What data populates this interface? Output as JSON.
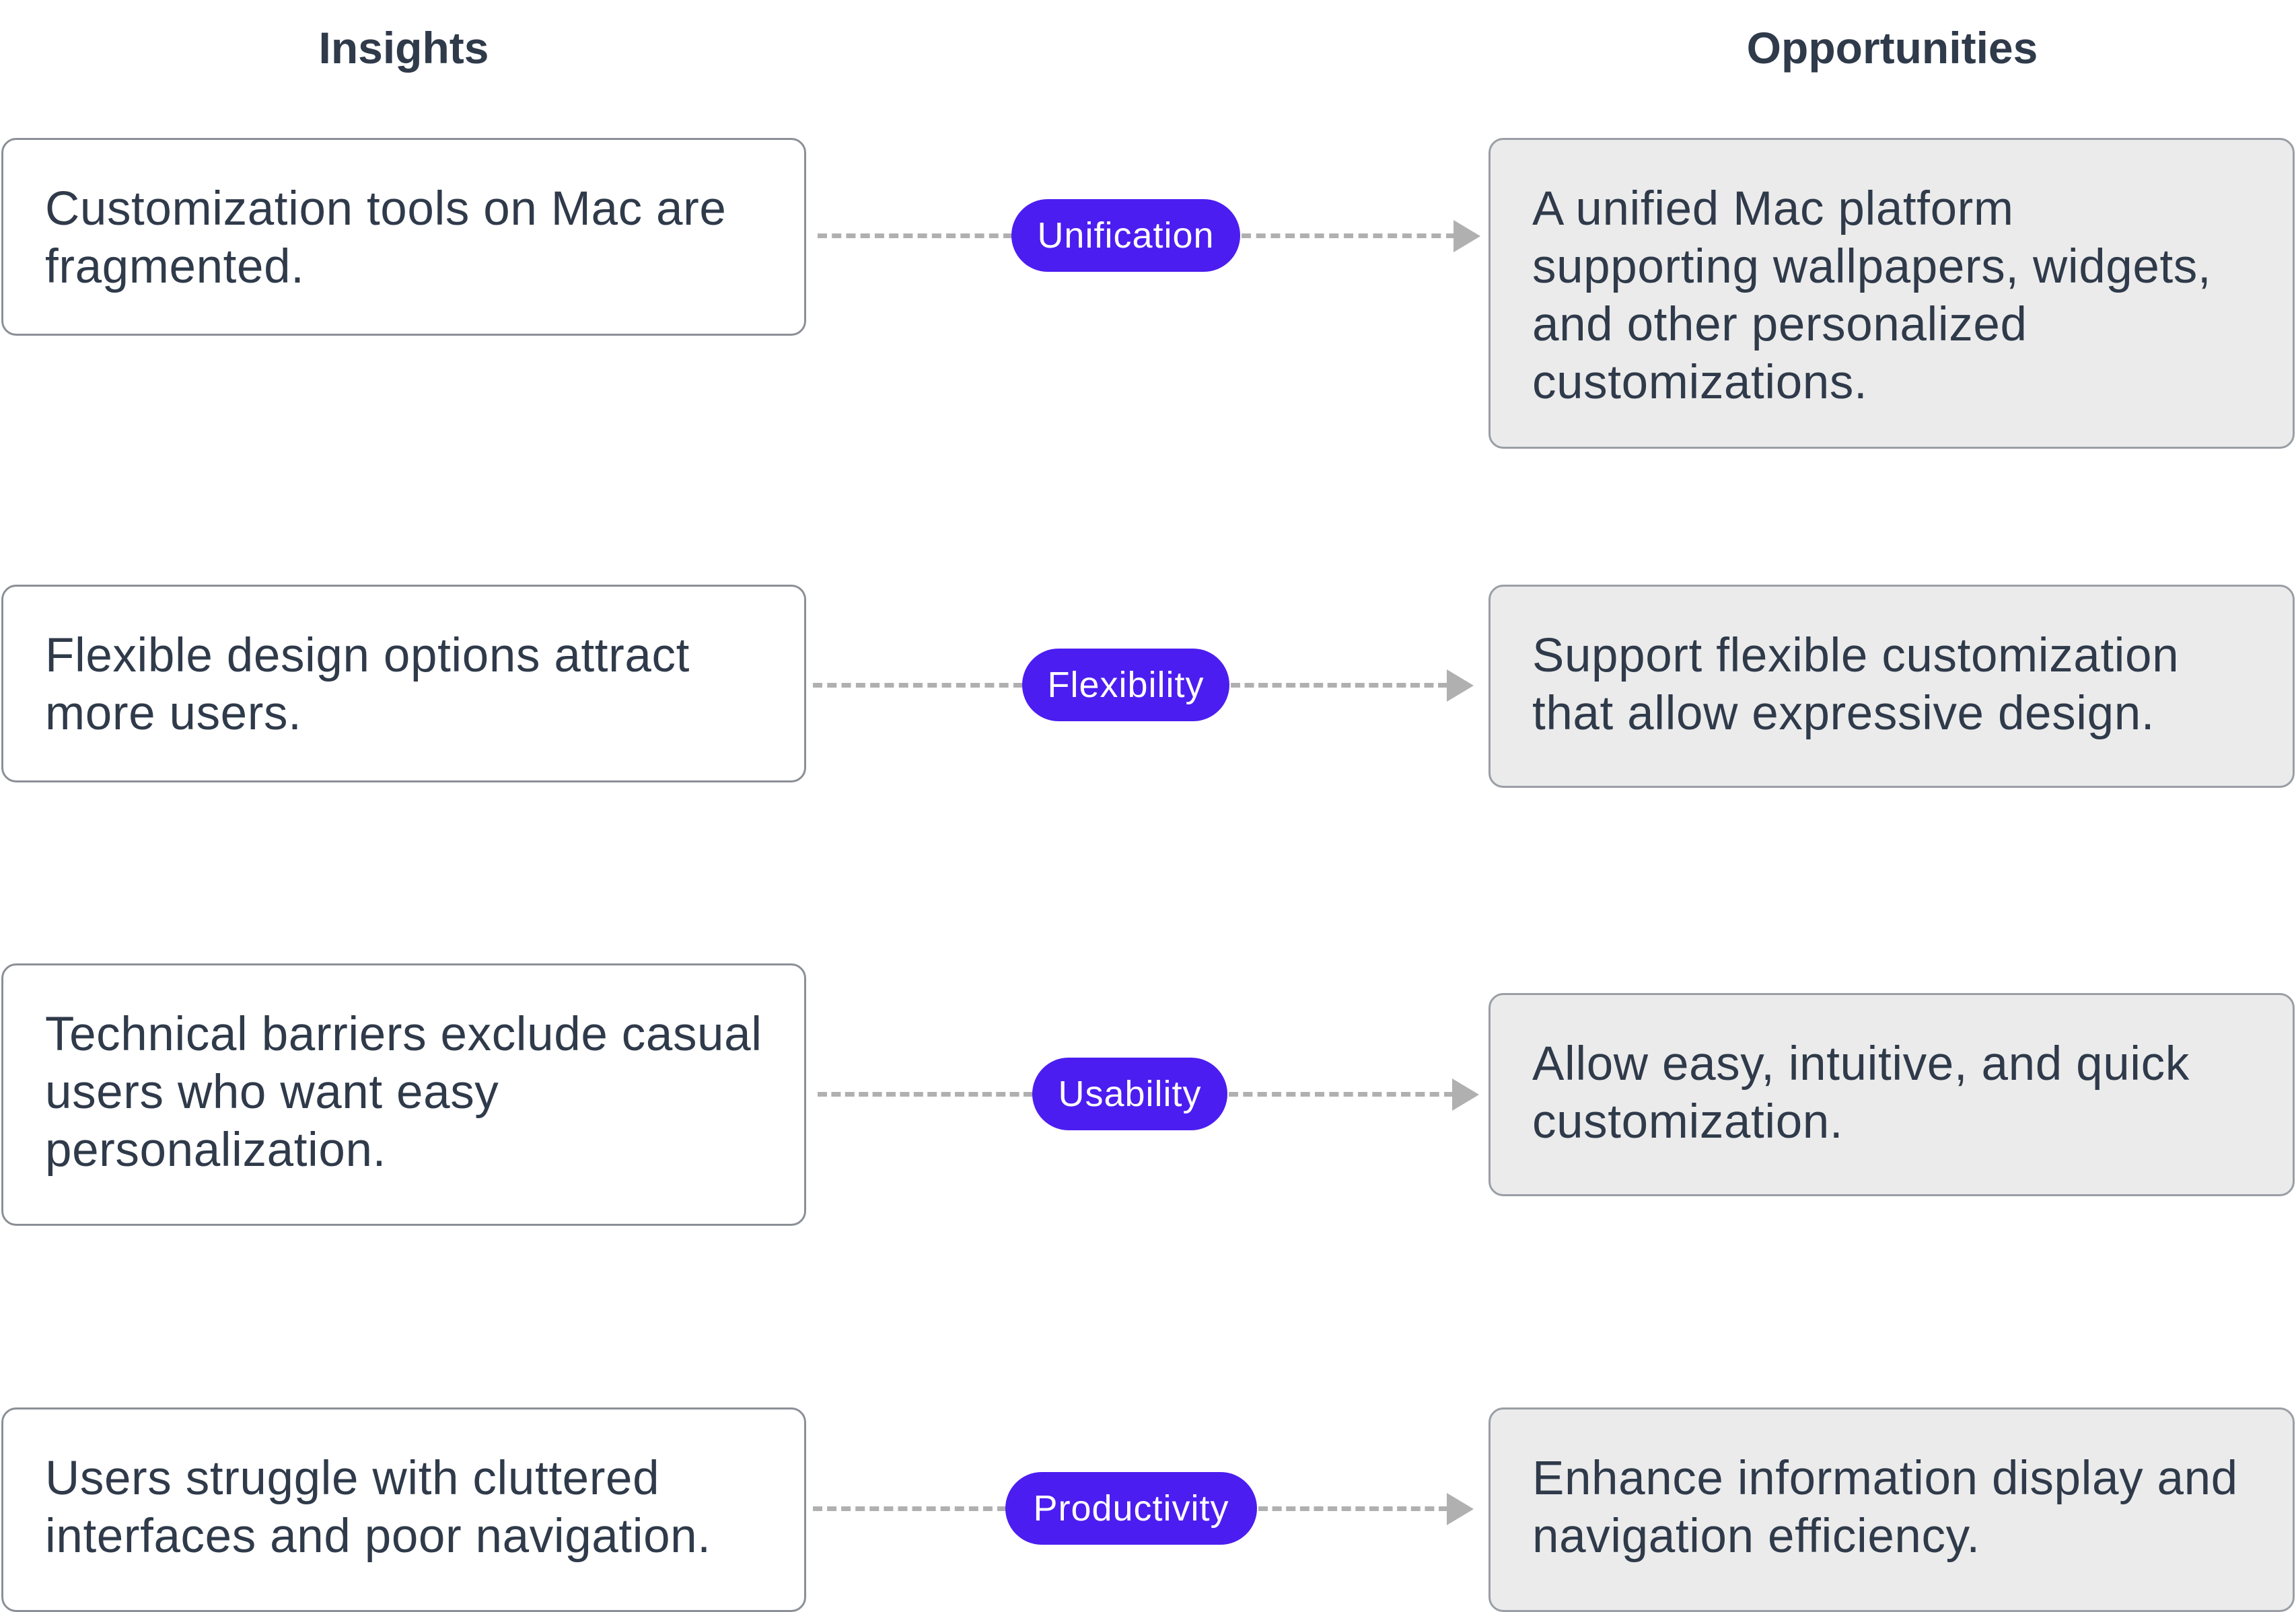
{
  "headers": {
    "insights": "Insights",
    "opportunities": "Opportunities"
  },
  "rows": [
    {
      "insight": "Customization tools on Mac are fragmented.",
      "theme": "Unification",
      "opportunity": "A unified Mac platform supporting wallpapers, widgets, and other personalized customizations."
    },
    {
      "insight": "Flexible design options attract more users.",
      "theme": "Flexibility",
      "opportunity": "Support flexible customization that allow expressive design."
    },
    {
      "insight": "Technical barriers exclude casual users who want easy personalization.",
      "theme": "Usability",
      "opportunity": "Allow easy, intuitive, and quick customization."
    },
    {
      "insight": "Users struggle with cluttered interfaces and poor navigation.",
      "theme": "Productivity",
      "opportunity": "Enhance information display and navigation efficiency."
    }
  ],
  "colors": {
    "pill": "#4c1df0",
    "connector": "#b0b0b0",
    "text": "#2f3a4a",
    "opportunity_fill": "#ebebeb"
  }
}
